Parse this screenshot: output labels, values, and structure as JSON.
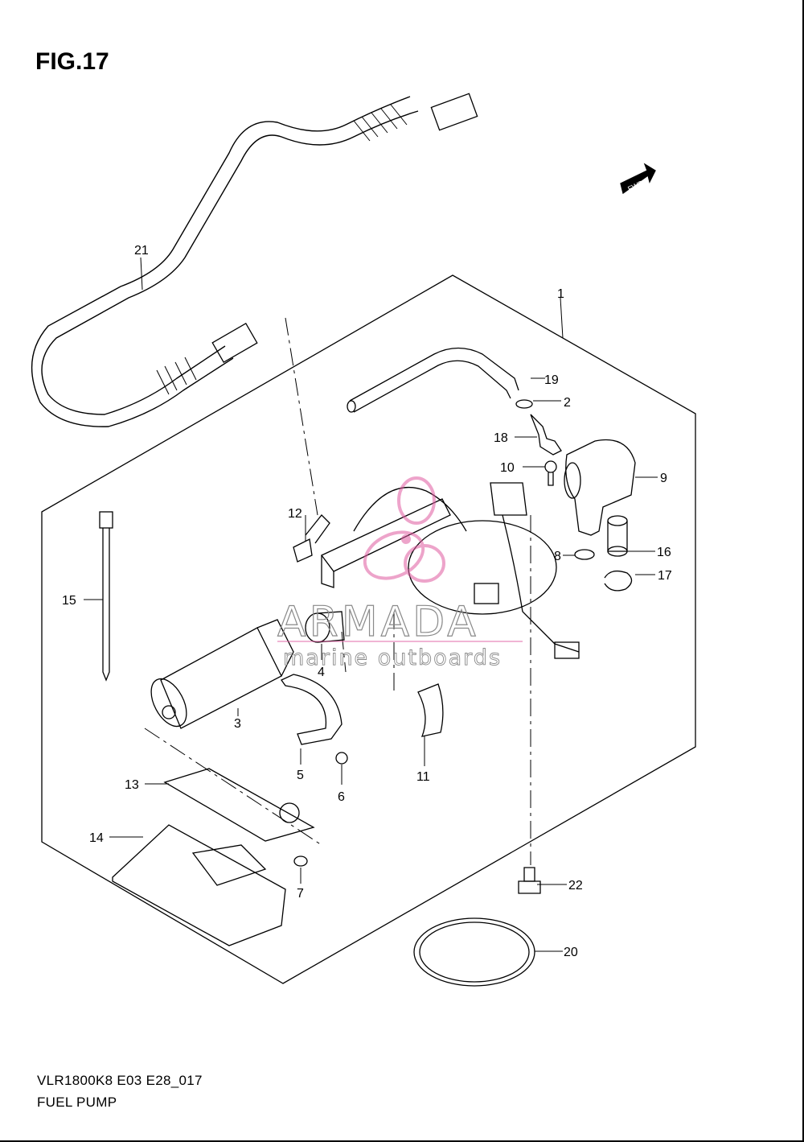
{
  "figure": {
    "title": "FIG.17",
    "model_code": "VLR1800K8 E03 E28_017",
    "name": "FUEL PUMP",
    "fwd_label": "FWD"
  },
  "watermark": {
    "brand": "ARMADA",
    "tagline": "marine outboards",
    "accent_color": "#e05aa0"
  },
  "callouts": [
    "1",
    "2",
    "3",
    "4",
    "5",
    "6",
    "7",
    "8",
    "9",
    "10",
    "11",
    "12",
    "13",
    "14",
    "15",
    "16",
    "17",
    "18",
    "19",
    "20",
    "21",
    "22"
  ],
  "colors": {
    "line": "#000000",
    "background": "#ffffff"
  }
}
